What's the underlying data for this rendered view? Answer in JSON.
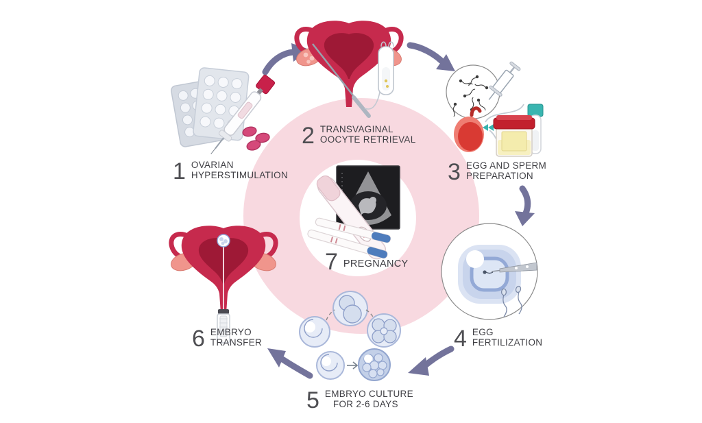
{
  "figure": {
    "name": "IVF process cycle infographic",
    "center_step": "7",
    "ring_color": "#f8d9e0",
    "inner_circle_color": "#ffffff",
    "arrow_color": "#73739b",
    "text_color": "#3f3f44"
  },
  "colors": {
    "uterus_red": "#c62a4d",
    "uterus_cavity": "#9e1936",
    "ovary_pink": "#f0958c",
    "pill_pink": "#d5497a",
    "blister_gray": "#dde1e8",
    "cell_fill": "#e7ecf7",
    "cell_stroke": "#aab8da",
    "test_strip_blue": "#4e7cbc",
    "container_lid_red": "#c2202d",
    "tube_cap_teal": "#39b5b0",
    "ultrasound_bg": "#1d1d20"
  },
  "steps": [
    {
      "number": "1",
      "line1": "OVARIAN",
      "line2": "HYPERSTIMULATION",
      "icon": "pills-and-injection-pen"
    },
    {
      "number": "2",
      "line1": "TRANSVAGINAL",
      "line2": "OOCYTE RETRIEVAL",
      "icon": "uterus-oocyte-retrieval-needle"
    },
    {
      "number": "3",
      "line1": "EGG AND SPERM",
      "line2": "PREPARATION",
      "icon": "sperm-sample-syringe-egg-containers"
    },
    {
      "number": "4",
      "line1": "EGG",
      "line2": "FERTILIZATION",
      "icon": "icsi-egg-injection-microscope-view"
    },
    {
      "number": "5",
      "line1": "EMBRYO CULTURE",
      "line2": "FOR 2-6 DAYS",
      "icon": "embryo-cell-division-stages"
    },
    {
      "number": "6",
      "line1": "EMBRYO",
      "line2": "TRANSFER",
      "icon": "uterus-embryo-transfer-syringe"
    },
    {
      "number": "7",
      "line1": "PREGNANCY",
      "line2": "",
      "icon": "pregnancy-tests-and-ultrasound"
    }
  ],
  "arrows": [
    {
      "from": "1",
      "to": "2",
      "direction": "up-right"
    },
    {
      "from": "2",
      "to": "3",
      "direction": "down-right"
    },
    {
      "from": "3",
      "to": "4",
      "direction": "down"
    },
    {
      "from": "4",
      "to": "5",
      "direction": "down-left"
    },
    {
      "from": "5",
      "to": "6",
      "direction": "up-left"
    }
  ]
}
